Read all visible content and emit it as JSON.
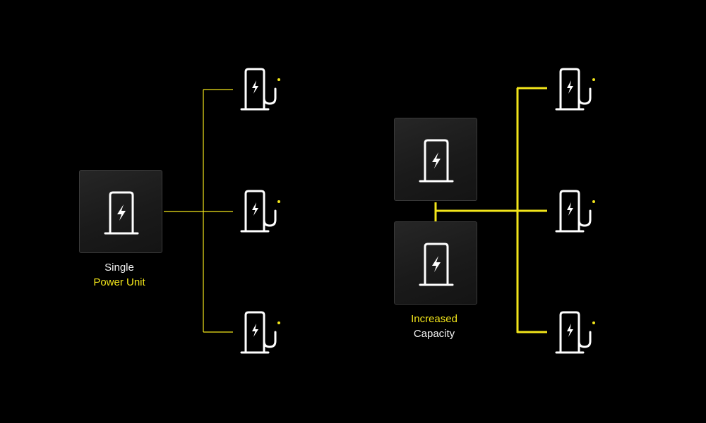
{
  "left_group": {
    "label_line1": "Single",
    "label_line2": "Power Unit"
  },
  "right_group": {
    "label_line1": "Increased",
    "label_line2": "Capacity"
  },
  "colors": {
    "background": "#000000",
    "accent": "#F2E51A",
    "icon": "#FFFFFF",
    "unit_border": "#3A3A3A"
  },
  "icons": {
    "power_unit": "power-unit-icon",
    "charger": "ev-charger-icon"
  }
}
